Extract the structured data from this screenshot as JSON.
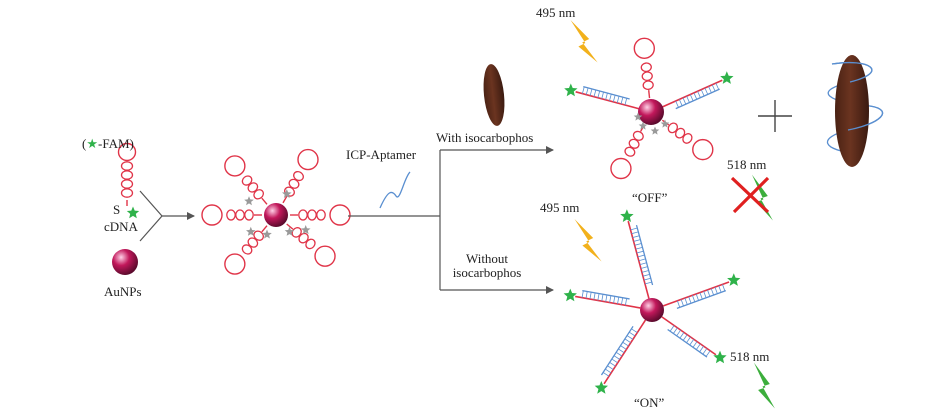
{
  "legend": {
    "open": "(",
    "star_icon": "green-star",
    "text": "-FAM)"
  },
  "labels": {
    "s_mark": "S",
    "cdna": "cDNA",
    "aunps": "AuNPs",
    "icp_aptamer": "ICP-Aptamer",
    "with_iso": "With isocarbophos",
    "without_line1": "Without",
    "without_line2": "isocarbophos",
    "excite_top": "495 nm",
    "excite_bottom": "495 nm",
    "emit_top": "518 nm",
    "emit_bottom": "518 nm",
    "off": "“OFF”",
    "on": "“ON”"
  },
  "colors": {
    "dna_red": "#e03448",
    "aptamer_blue": "#5a8fd0",
    "fam_green": "#2fb24a",
    "gold_particle": "#c2185b",
    "excite_yellow": "#f2b11c",
    "emit_green": "#3cae3c",
    "cross_red": "#e02020",
    "target_brown": "#6b3420",
    "gray_star": "#9a9a9a",
    "line_gray": "#555555"
  }
}
